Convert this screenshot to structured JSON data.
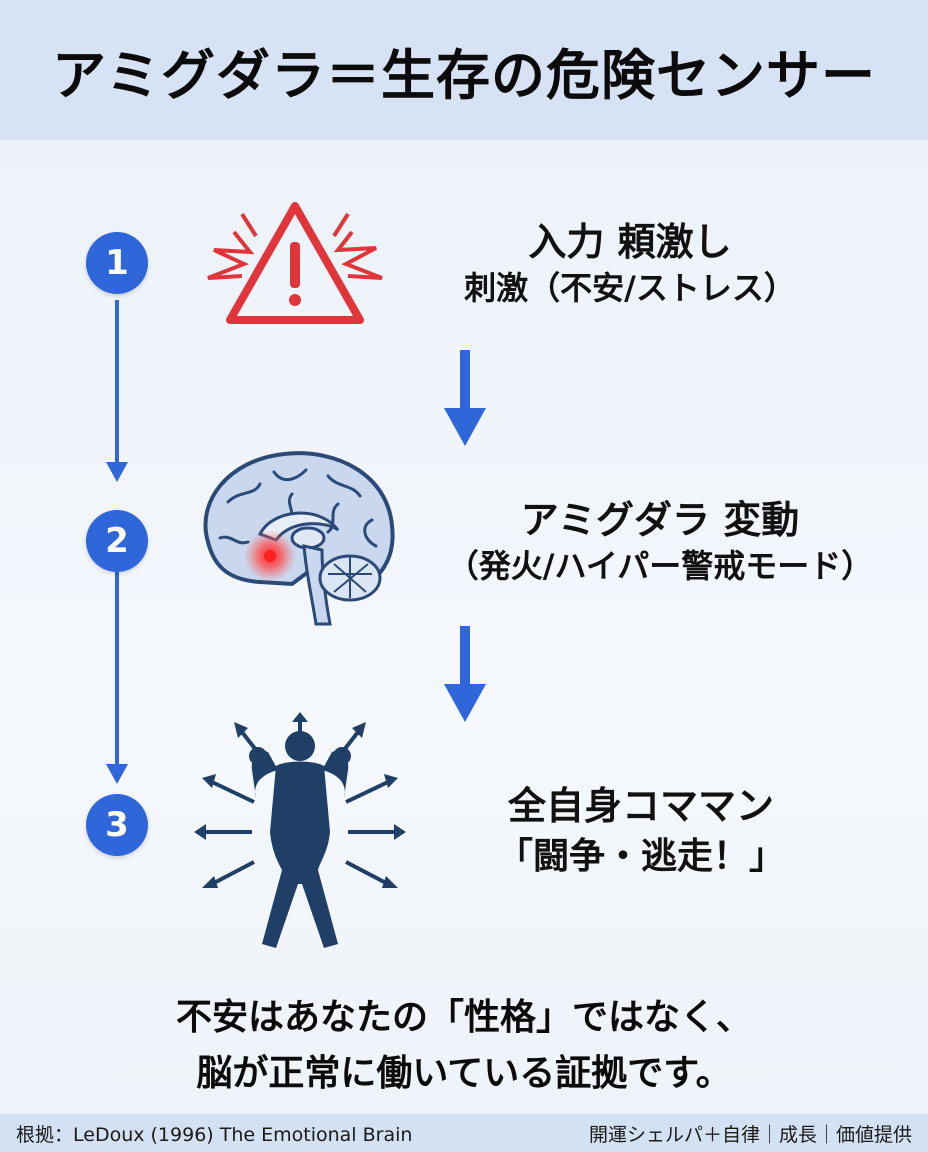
{
  "title": "アミグダラ＝生存の危険センサー",
  "steps": [
    {
      "number": "1",
      "heading": "入力 頼激し",
      "sub": "刺激（不安/ストレス）"
    },
    {
      "number": "2",
      "heading": "アミグダラ 変動",
      "sub": "（発火/ハイパー警戒モード）"
    },
    {
      "number": "3",
      "heading": "全自身コママン",
      "sub": "「闘争・逃走！」"
    }
  ],
  "icons": {
    "step1": "warning-triangle-icon",
    "step2": "brain-amygdala-icon",
    "step3": "fight-or-flight-figure-icon"
  },
  "conclusion": {
    "line1": "不安はあなたの「性格」ではなく、",
    "line2": "脳が正常に働いている証拠です。"
  },
  "footer": {
    "source": "根拠：LeDoux (1996) The Emotional Brain",
    "credit": "開運シェルパ＋自律｜成長｜価値提供"
  },
  "colors": {
    "accent_blue": "#2f66d9",
    "alert_red": "#e0353b",
    "figure_navy": "#1f3f66",
    "header_bg": "#d7e3f4"
  }
}
